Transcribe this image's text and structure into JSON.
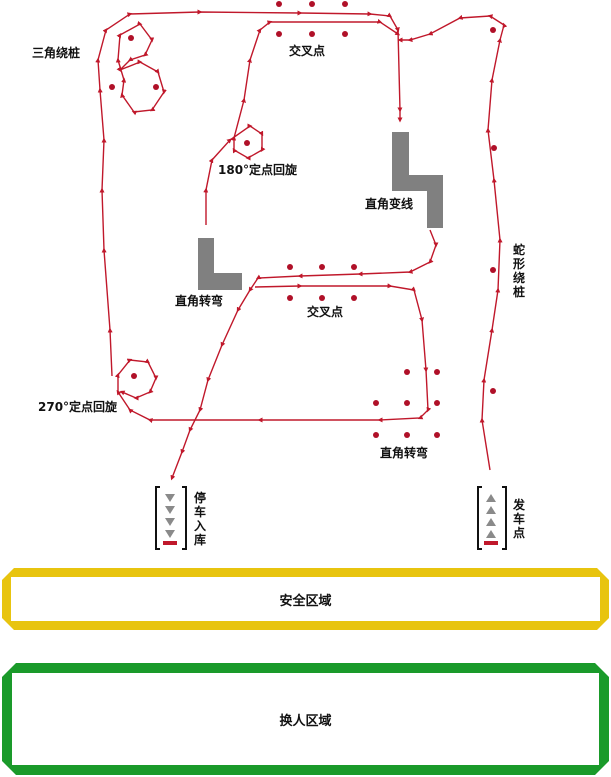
{
  "colors": {
    "route": "#c0182b",
    "cone": "#b01028",
    "obstacle": "#808080",
    "safe_zone": "#e8c40f",
    "change_zone": "#1a9a2a",
    "stall_bracket": "#111111",
    "stall_arrow": "#8a8a8a",
    "stall_bar": "#c0182b"
  },
  "labels": {
    "triangle": "三角绕桩",
    "cross_top": "交叉点",
    "pivot_180": "180°定点回旋",
    "lane_change": "直角变线",
    "right_turn_left": "直角转弯",
    "cross_mid": "交叉点",
    "slalom": "蛇形绕桩",
    "pivot_270": "270°定点回旋",
    "right_turn_bottom": "直角转弯",
    "parking": "停车入库",
    "start": "发车点"
  },
  "zones": {
    "safe": "安全区域",
    "change": "换人区域"
  }
}
